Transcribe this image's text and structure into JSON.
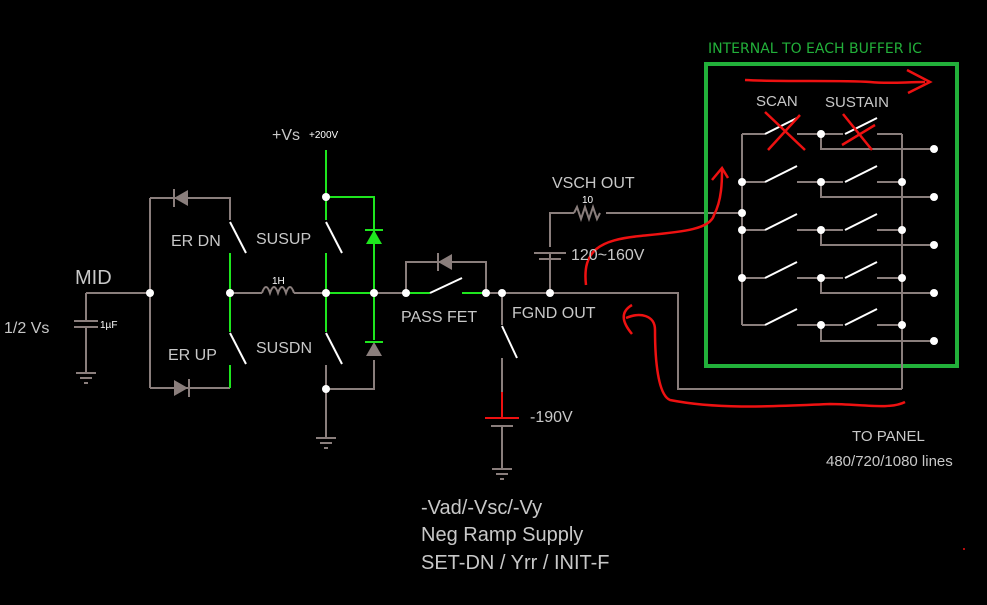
{
  "diagram": {
    "title": "PDP sustain / scan driver circuit",
    "colors": {
      "background": "#000000",
      "wire": "#8a7e7c",
      "active_wire": "#1ee61e",
      "annotation": "#ee1111",
      "buffer_box": "#22b03a",
      "text": "#c8c8c8"
    },
    "labels": {
      "mid": "MID",
      "half_vs": "1/2 Vs",
      "cap_value": "1µF",
      "er_dn": "ER DN",
      "er_up": "ER UP",
      "inductor_value": "1H",
      "susup": "SUSUP",
      "susdn": "SUSDN",
      "vs": "+Vs",
      "vs_value": "+200V",
      "pass_fet": "PASS FET",
      "vsch_out": "VSCH OUT",
      "resistor_value": "10",
      "vsch_range": "120~160V",
      "fgnd_out": "FGND OUT",
      "neg_supply_value": "-190V",
      "neg_line1": "-Vad/-Vsc/-Vy",
      "neg_line2": "Neg Ramp Supply",
      "neg_line3": "SET-DN / Yrr / INIT-F",
      "buffer_title": "INTERNAL TO EACH BUFFER IC",
      "scan": "SCAN",
      "sustain": "SUSTAIN",
      "to_panel": "TO PANEL",
      "panel_lines": "480/720/1080 lines"
    }
  }
}
